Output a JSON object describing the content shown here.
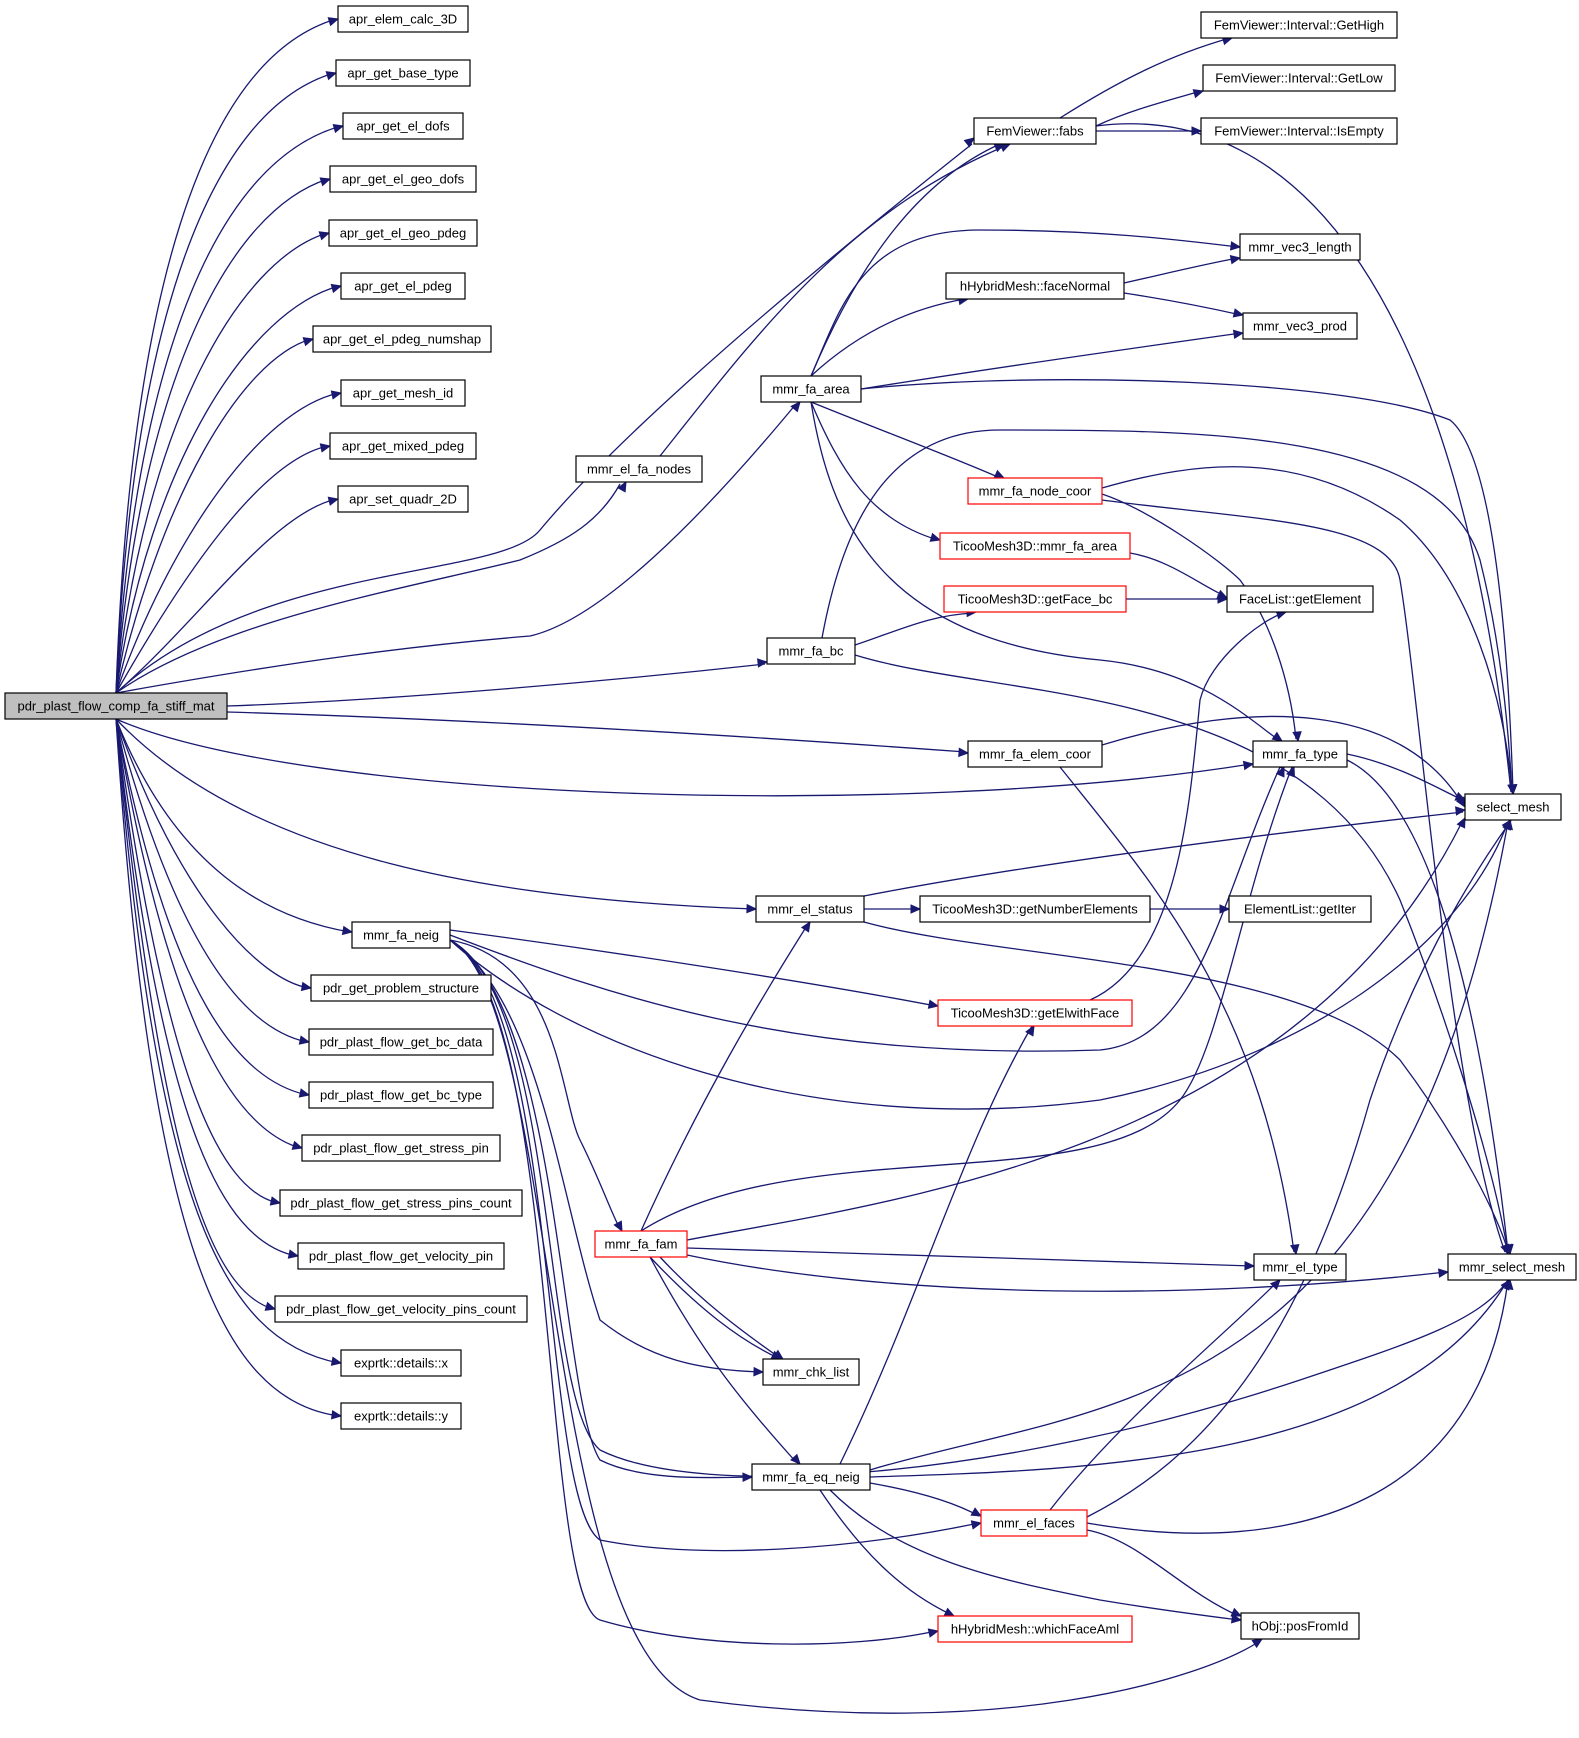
{
  "diagram": {
    "colors": {
      "edge": "#191970",
      "border": "#000000",
      "incomplete_border": "#ff0000",
      "root_fill": "#bfbfbf",
      "node_fill": "#ffffff"
    },
    "nodes": {
      "root": "pdr_plast_flow_comp_fa_stiff_mat",
      "apr_elem_calc_3D": "apr_elem_calc_3D",
      "apr_get_base_type": "apr_get_base_type",
      "apr_get_el_dofs": "apr_get_el_dofs",
      "apr_get_el_geo_dofs": "apr_get_el_geo_dofs",
      "apr_get_el_geo_pdeg": "apr_get_el_geo_pdeg",
      "apr_get_el_pdeg": "apr_get_el_pdeg",
      "apr_get_el_pdeg_numshap": "apr_get_el_pdeg_numshap",
      "apr_get_mesh_id": "apr_get_mesh_id",
      "apr_get_mixed_pdeg": "apr_get_mixed_pdeg",
      "apr_set_quadr_2D": "apr_set_quadr_2D",
      "mmr_fa_neig": "mmr_fa_neig",
      "pdr_get_problem_structure": "pdr_get_problem_structure",
      "pdr_plast_flow_get_bc_data": "pdr_plast_flow_get_bc_data",
      "pdr_plast_flow_get_bc_type": "pdr_plast_flow_get_bc_type",
      "pdr_plast_flow_get_stress_pin": "pdr_plast_flow_get_stress_pin",
      "pdr_plast_flow_get_stress_pins_count": "pdr_plast_flow_get_stress_pins_count",
      "pdr_plast_flow_get_velocity_pin": "pdr_plast_flow_get_velocity_pin",
      "pdr_plast_flow_get_velocity_pins_count": "pdr_plast_flow_get_velocity_pins_count",
      "exprtk_x": "exprtk::details::x",
      "exprtk_y": "exprtk::details::y",
      "mmr_el_fa_nodes": "mmr_el_fa_nodes",
      "mmr_fa_area": "mmr_fa_area",
      "mmr_fa_bc": "mmr_fa_bc",
      "mmr_fa_elem_coor": "mmr_fa_elem_coor",
      "mmr_el_status": "mmr_el_status",
      "mmr_fa_fam": "mmr_fa_fam",
      "mmr_chk_list": "mmr_chk_list",
      "mmr_fa_eq_neig": "mmr_fa_eq_neig",
      "fv_fabs": "FemViewer::fabs",
      "fv_gethigh": "FemViewer::Interval::GetHigh",
      "fv_getlow": "FemViewer::Interval::GetLow",
      "fv_isempty": "FemViewer::Interval::IsEmpty",
      "hh_facenormal": "hHybridMesh::faceNormal",
      "mmr_vec3_length": "mmr_vec3_length",
      "mmr_vec3_prod": "mmr_vec3_prod",
      "mmr_fa_node_coor": "mmr_fa_node_coor",
      "tm_mmr_fa_area": "TicooMesh3D::mmr_fa_area",
      "tm_getface_bc": "TicooMesh3D::getFace_bc",
      "fl_getelement": "FaceList::getElement",
      "mmr_fa_type": "mmr_fa_type",
      "select_mesh": "select_mesh",
      "tm_getnumberelements": "TicooMesh3D::getNumberElements",
      "el_getiter": "ElementList::getIter",
      "tm_getelwithface": "TicooMesh3D::getElwithFace",
      "mmr_el_type": "mmr_el_type",
      "mmr_select_mesh": "mmr_select_mesh",
      "mmr_el_faces": "mmr_el_faces",
      "hh_whichfaceaml": "hHybridMesh::whichFaceAml",
      "hobj_posfromid": "hObj::posFromId"
    }
  }
}
